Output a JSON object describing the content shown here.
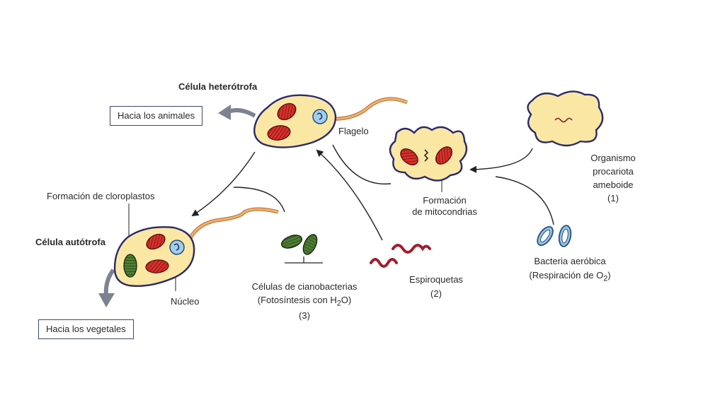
{
  "labels": {
    "heterotroph_title": "Célula heterótrofa",
    "to_animals": "Hacia los animales",
    "flagellum": "Flagelo",
    "mito_line1": "Formación",
    "mito_line2": "de mitocondrias",
    "organism_line1": "Organismo",
    "organism_line2": "procariota",
    "organism_line3": "ameboide",
    "organism_number": "(1)",
    "chloroplast_formation": "Formación de cloroplastos",
    "autotroph_title": "Célula autótrofa",
    "nucleus": "Núcleo",
    "to_plants": "Hacia los vegetales",
    "cyano_line1": "Células de cianobacterias",
    "cyano_line2_prefix": "(Fotosíntesis con H",
    "cyano_line2_sub": "2",
    "cyano_line2_suffix": "O)",
    "cyano_number": "(3)",
    "spiro_line1": "Espiroquetas",
    "spiro_number": "(2)",
    "bacteria_line1": "Bacteria aeróbica",
    "bacteria_line2_prefix": "(Respiración de O",
    "bacteria_line2_sub": "2",
    "bacteria_line2_suffix": ")"
  },
  "colors": {
    "cell_fill": "#fbe7a4",
    "cell_outline": "#2a2a6a",
    "mitochondria": "#d8302a",
    "chloroplast": "#3f6b2a",
    "nucleus": "#9fd0ea",
    "bacteria": "#8ec8e8",
    "spirochete": "#a01e2e",
    "flagellum": "#e39a4c",
    "arrow_gray": "#7d8290"
  }
}
